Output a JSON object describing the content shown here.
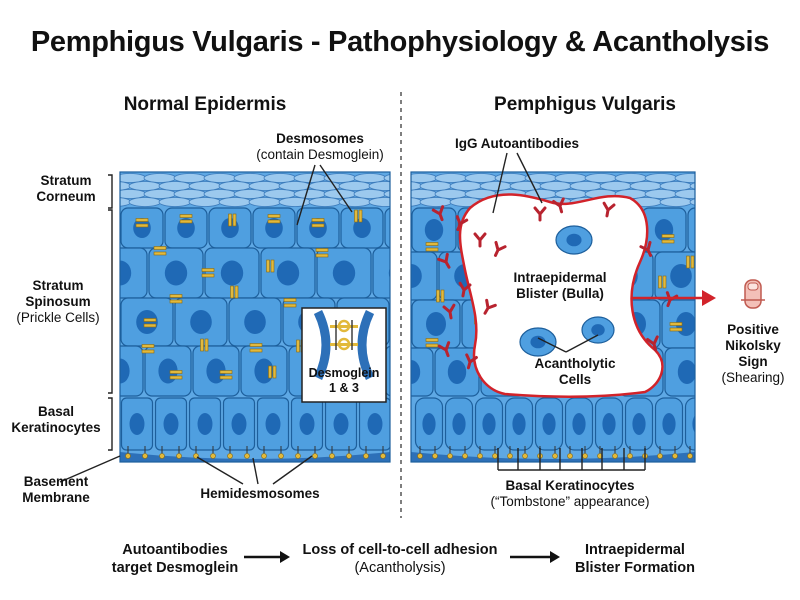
{
  "title": "Pemphigus Vulgaris - Pathophysiology & Acantholysis",
  "left_panel": {
    "heading": "Normal Epidermis",
    "labels": {
      "desmosomes": "Desmosomes",
      "desmosomes_sub": "(contain Desmoglein)",
      "stratum_corneum_1": "Stratum",
      "stratum_corneum_2": "Corneum",
      "stratum_spinosum_1": "Stratum",
      "stratum_spinosum_2": "Spinosum",
      "stratum_spinosum_sub": "(Prickle Cells)",
      "basal_1": "Basal",
      "basal_2": "Keratinocytes",
      "basement_1": "Basement",
      "basement_2": "Membrane",
      "hemidesmosomes": "Hemidesmosomes",
      "inset_1": "Desmoglein",
      "inset_2": "1 & 3"
    }
  },
  "right_panel": {
    "heading": "Pemphigus Vulgaris",
    "labels": {
      "igg": "IgG Autoantibodies",
      "blister_1": "Intraepidermal",
      "blister_2": "Blister (Bulla)",
      "acantholytic_1": "Acantholytic",
      "acantholytic_2": "Cells",
      "nikolsky_1": "Positive",
      "nikolsky_2": "Nikolsky",
      "nikolsky_3": "Sign",
      "nikolsky_sub": "(Shearing)",
      "basal_title": "Basal Keratinocytes",
      "basal_sub": "(“Tombstone” appearance)"
    }
  },
  "flow": {
    "step1_line1": "Autoantibodies",
    "step1_line2": "target Desmoglein",
    "step2_line1": "Loss of cell-to-cell adhesion",
    "step2_line2": "(Acantholysis)",
    "step3_line1": "Intraepidermal",
    "step3_line2": "Blister Formation"
  },
  "colors": {
    "cell_fill": "#4f9fe0",
    "cell_stroke": "#1d5f9c",
    "nucleus": "#1f69b5",
    "desmosome": "#e2b93b",
    "antibody": "#b8232f",
    "blister_outline": "#d2232a",
    "basement": "#2d70b8",
    "corneum": "#9cc9ee"
  }
}
